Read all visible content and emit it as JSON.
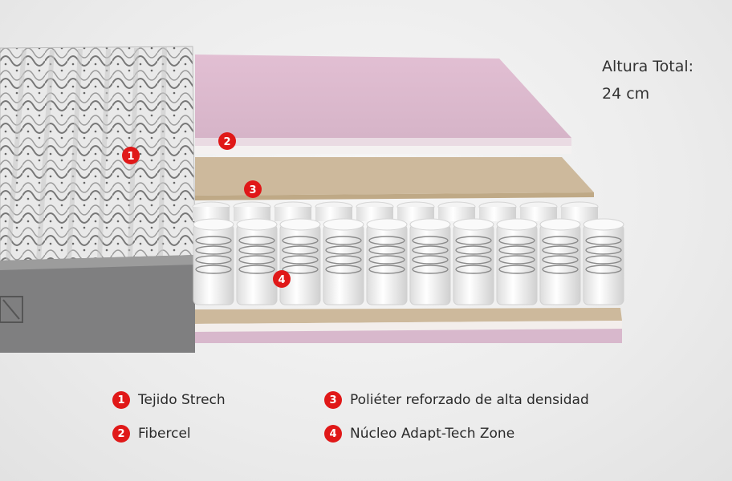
{
  "total_height": {
    "line1": "Altura Total:",
    "line2": "24 cm"
  },
  "markers": [
    "1",
    "2",
    "3",
    "4"
  ],
  "legend": [
    {
      "number": "1",
      "label": "Tejido Strech"
    },
    {
      "number": "2",
      "label": "Fibercel"
    },
    {
      "number": "3",
      "label": "Poliéter reforzado de alta densidad"
    },
    {
      "number": "4",
      "label": "Núcleo Adapt-Tech Zone"
    }
  ],
  "colors": {
    "marker_red": "#e01818",
    "fibercel_pink": "#d8b8cc",
    "foam_tan": "#cdb99c",
    "fabric_grey": "#7a7a7a"
  }
}
